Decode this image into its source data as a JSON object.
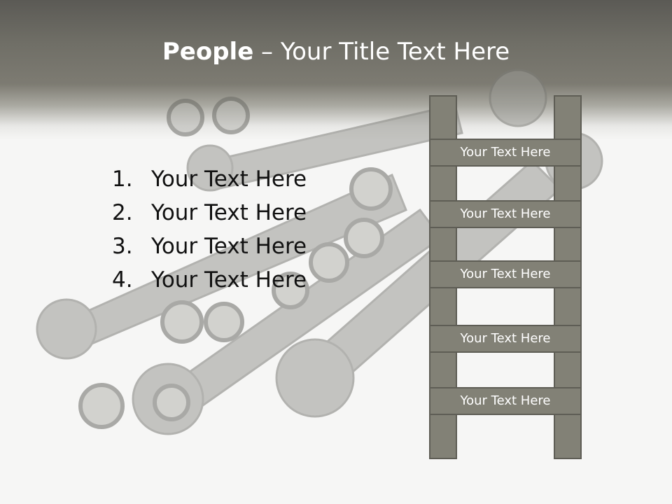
{
  "title": {
    "bold": "People",
    "rest": " – Your Title Text Here"
  },
  "list": [
    {
      "num": "1.",
      "text": "Your Text Here"
    },
    {
      "num": "2.",
      "text": "Your Text Here"
    },
    {
      "num": "3.",
      "text": "Your Text Here"
    },
    {
      "num": "4.",
      "text": "Your Text Here"
    }
  ],
  "ladder": [
    {
      "label": "Your Text Here"
    },
    {
      "label": "Your Text Here"
    },
    {
      "label": "Your Text Here"
    },
    {
      "label": "Your Text Here"
    },
    {
      "label": "Your Text Here"
    }
  ],
  "colors": {
    "header": "#6f6e66",
    "ladder": "#828176",
    "text": "#111111"
  }
}
